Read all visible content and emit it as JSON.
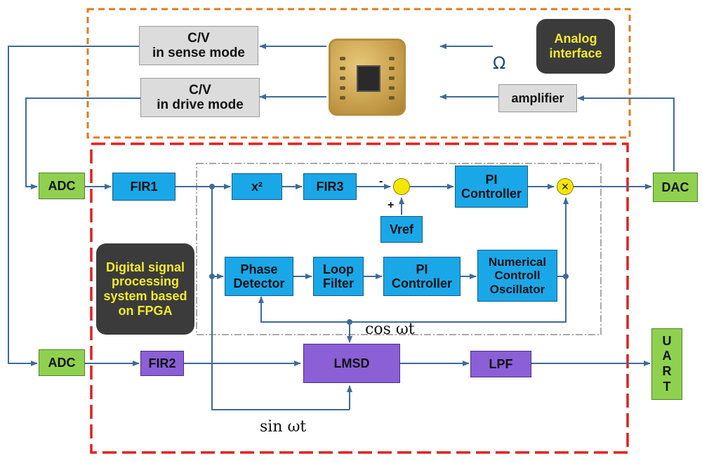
{
  "analog_callout": "Analog\ninterface",
  "digital_callout": "Digital signal\nprocessing\nsystem based\non FPGA",
  "blocks": {
    "cv_sense": "C/V\nin sense mode",
    "cv_drive": "C/V\nin drive mode",
    "amplifier": "amplifier",
    "adc_top": "ADC",
    "adc_bottom": "ADC",
    "dac": "DAC",
    "uart": "U\nA\nR\nT",
    "fir1": "FIR1",
    "fir2": "FIR2",
    "fir3": "FIR3",
    "square": "x²",
    "vref": "Vref",
    "pi_top": "PI\nController",
    "phase_detector": "Phase\nDetector",
    "loop_filter": "Loop\nFilter",
    "pi_bottom": "PI\nController",
    "nco": "Numerical\nControll\nOscillator",
    "lmsd": "LMSD",
    "lpf": "LPF"
  },
  "signals": {
    "omega_input": "Ω",
    "cos_label": "cos ωt",
    "sin_label": "sin ωt",
    "minus_sign": "-",
    "plus_sign": "+"
  },
  "colors": {
    "analog_border": "#e07b20",
    "digital_border": "#e02020",
    "wire": "#3f6a99",
    "grey_block": "#dcdcdc",
    "green_block": "#8fd14f",
    "blue_block": "#1aa7e8",
    "purple_block": "#8b5fd6",
    "callout_bg": "#3b3b3b",
    "callout_text": "#f2ea2e"
  }
}
